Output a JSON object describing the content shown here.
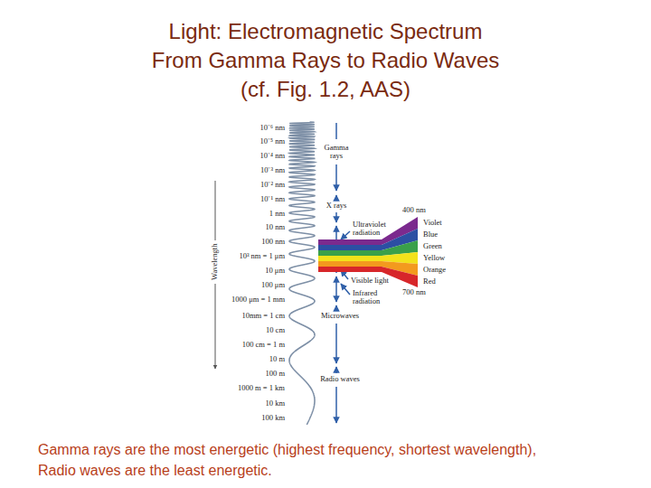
{
  "diagram": {
    "title": "Light: Electromagnetic Spectrum From Gamma Rays to Radio Waves (cf. Fig. 1.2, AAS)",
    "caption": "Gamma rays are the most energetic (highest frequency, shortest wavelength), Radio waves are the least energetic.",
    "labels": [
      "10⁻⁶ nm",
      "10⁻⁵ nm",
      "10⁻⁴ nm",
      "10⁻³ nm",
      "10⁻² nm",
      "10⁻¹ nm",
      "1 nm",
      "10 nm",
      "100 nm",
      "10³ nm = 1 μm",
      "10 μm",
      "100 μm",
      "1000 μm = 1 mm",
      "10mm = 1 cm",
      "10 cm",
      "100 cm = 1 m",
      "10 m",
      "100 m",
      "1000 m = 1 km",
      "10 km",
      "100 km",
      "Gamma rays",
      "X rays",
      "Ultraviolet radiation",
      "Visible light",
      "Infrared radiation",
      "Microwaves",
      "Radio waves",
      "400 nm",
      "Violet",
      "Blue",
      "Green",
      "Yellow",
      "Orange",
      "Red",
      "700 nm",
      "Wavelength"
    ]
  }
}
